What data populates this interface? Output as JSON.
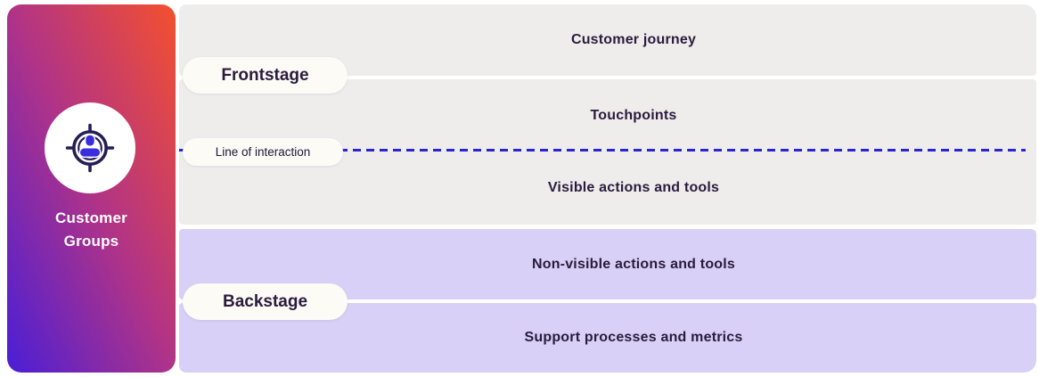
{
  "sidebar": {
    "title": "Customer\nGroups",
    "icon": "user-target-icon",
    "colors": {
      "gradient_start": "#f4502e",
      "gradient_mid": "#b03387",
      "gradient_end": "#4a1ed6",
      "icon_ring": "#251d55",
      "icon_person": "#3a2de0",
      "text": "#ffffff"
    }
  },
  "stage_labels": {
    "frontstage": "Frontstage",
    "line_of_interaction": "Line of interaction",
    "backstage": "Backstage"
  },
  "rows": [
    {
      "id": "customer-journey",
      "label": "Customer journey",
      "zone": "frontstage"
    },
    {
      "id": "touchpoints",
      "label": "Touchpoints",
      "zone": "frontstage"
    },
    {
      "id": "visible-actions",
      "label": "Visible actions and tools",
      "zone": "frontstage"
    },
    {
      "id": "non-visible-actions",
      "label": "Non-visible actions and tools",
      "zone": "backstage"
    },
    {
      "id": "support-processes",
      "label": "Support processes and metrics",
      "zone": "backstage"
    }
  ],
  "colors": {
    "frontstage_bg": "#eeedec",
    "backstage_bg": "#d8d0f6",
    "pill_bg": "#fcfbf6",
    "heading_text": "#2b1b3d",
    "interaction_line": "#2c25cf"
  }
}
